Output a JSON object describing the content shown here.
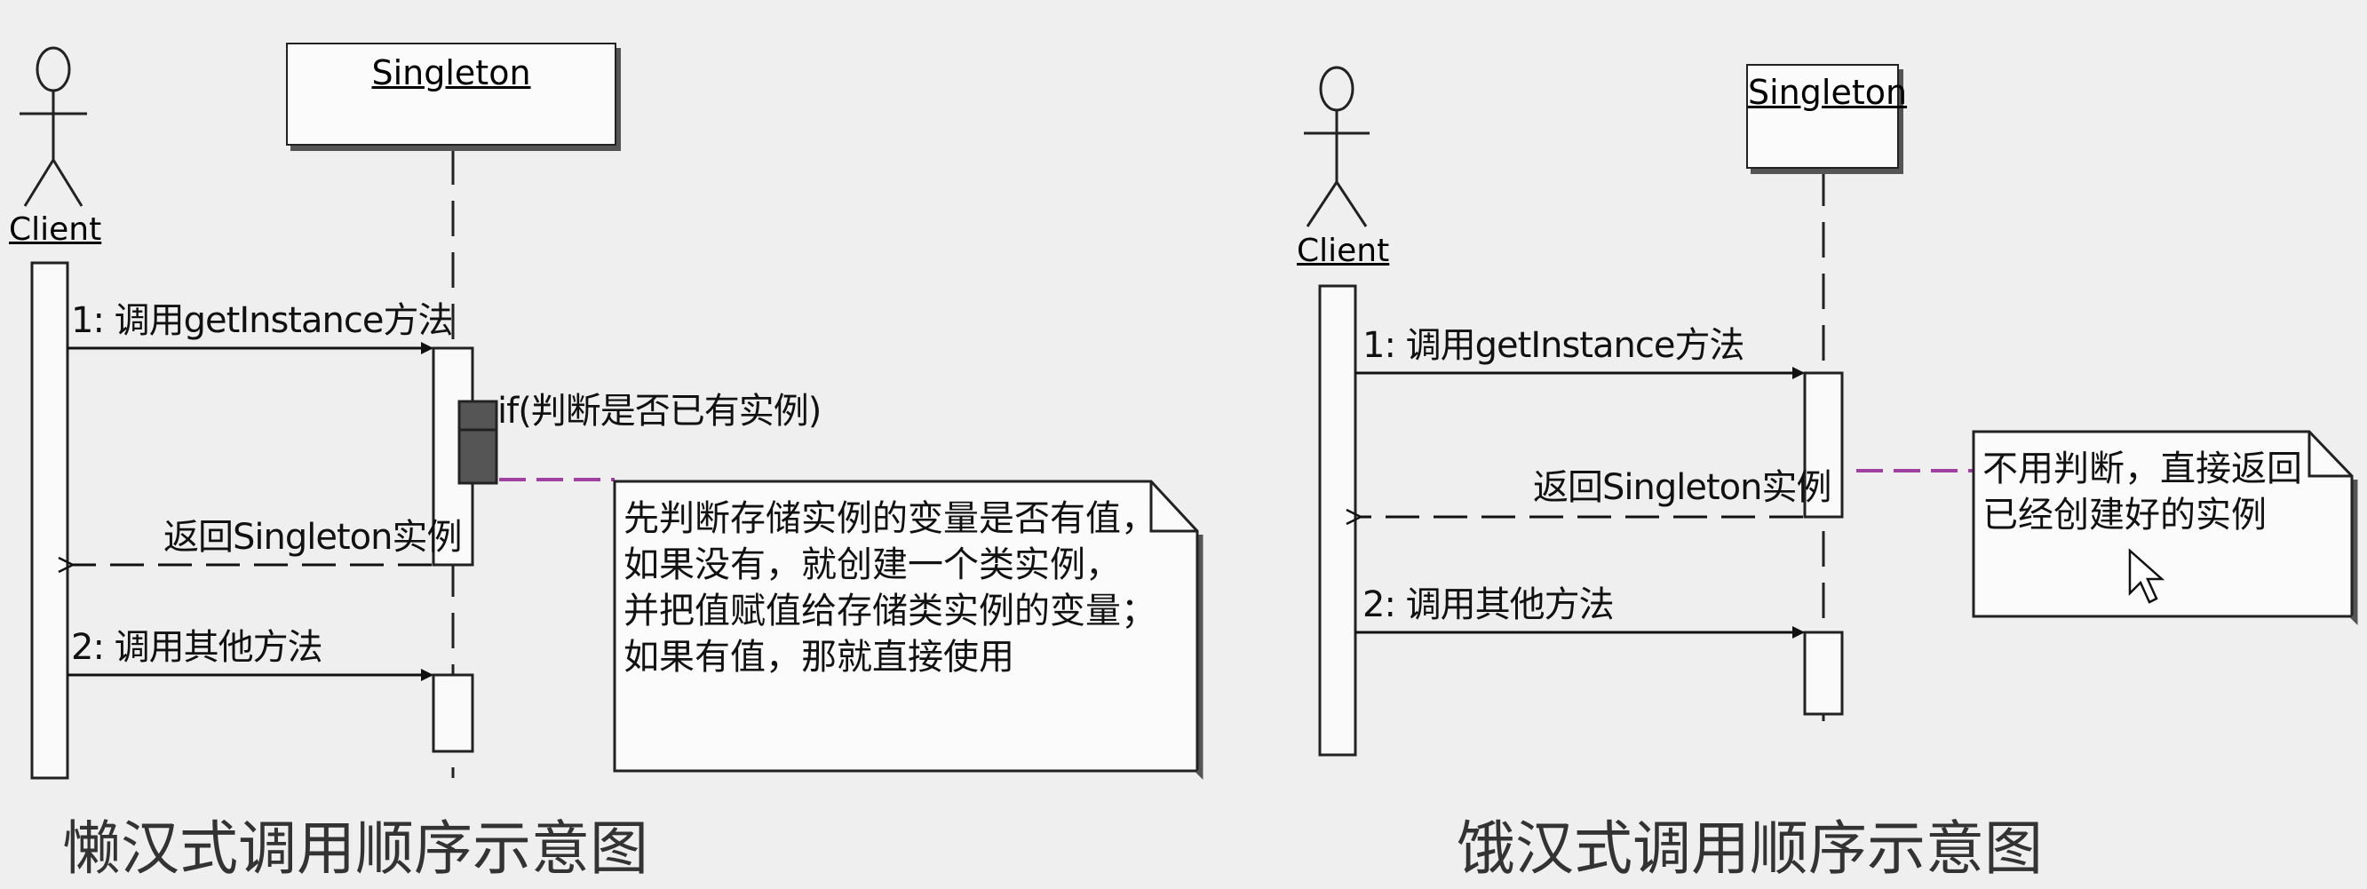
{
  "lazy": {
    "client_label": "Client",
    "singleton_label": "Singleton",
    "msg1": "1: 调用getInstance方法",
    "condition": "if(判断是否已有实例)",
    "return_label": "返回Singleton实例",
    "msg2": "2: 调用其他方法",
    "note_lines": [
      "先判断存储实例的变量是否有值，",
      "如果没有，就创建一个类实例，",
      "并把值赋值给存储类实例的变量；",
      "如果有值，那就直接使用"
    ],
    "caption": "懒汉式调用顺序示意图"
  },
  "eager": {
    "client_label": "Client",
    "singleton_label": "Singleton",
    "msg1": "1: 调用getInstance方法",
    "return_label": "返回Singleton实例",
    "msg2": "2: 调用其他方法",
    "note_lines": [
      "不用判断，直接返回",
      "已经创建好的实例"
    ],
    "caption": "饿汉式调用顺序示意图"
  },
  "colors": {
    "line": "#222222",
    "connector": "#a040a0",
    "activation_dark": "#555555",
    "caption": "#333333"
  }
}
